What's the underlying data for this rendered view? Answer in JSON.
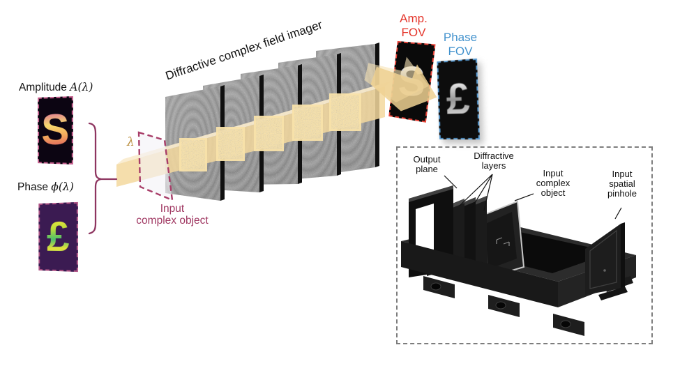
{
  "imager": {
    "title": "Diffractive complex field imager",
    "num_layers": 5
  },
  "input": {
    "amplitude_label": "Amplitude",
    "amplitude_math": "A(λ)",
    "phase_label": "Phase",
    "phase_math": "ϕ(λ)",
    "amplitude_glyph": "S",
    "phase_glyph": "£",
    "lambda": "λ",
    "object_line1": "Input",
    "object_line2": "complex object"
  },
  "output": {
    "amp_line1": "Amp.",
    "amp_line2": "FOV",
    "amp_glyph": "S",
    "phase_line1": "Phase",
    "phase_line2": "FOV",
    "phase_glyph": "£"
  },
  "photo": {
    "labels": {
      "output_plane": [
        "Output",
        "plane"
      ],
      "diffractive_layers": [
        "Diffractive",
        "layers"
      ],
      "input_complex_object": [
        "Input",
        "complex",
        "object"
      ],
      "input_spatial_pinhole": [
        "Input",
        "spatial",
        "pinhole"
      ]
    }
  },
  "palette": {
    "amp_red": "#e4352b",
    "phase_blue": "#4292cd",
    "object_pink": "#a03862",
    "beam_tan": "#f2d79e",
    "lambda_gold": "#b98e3e"
  }
}
